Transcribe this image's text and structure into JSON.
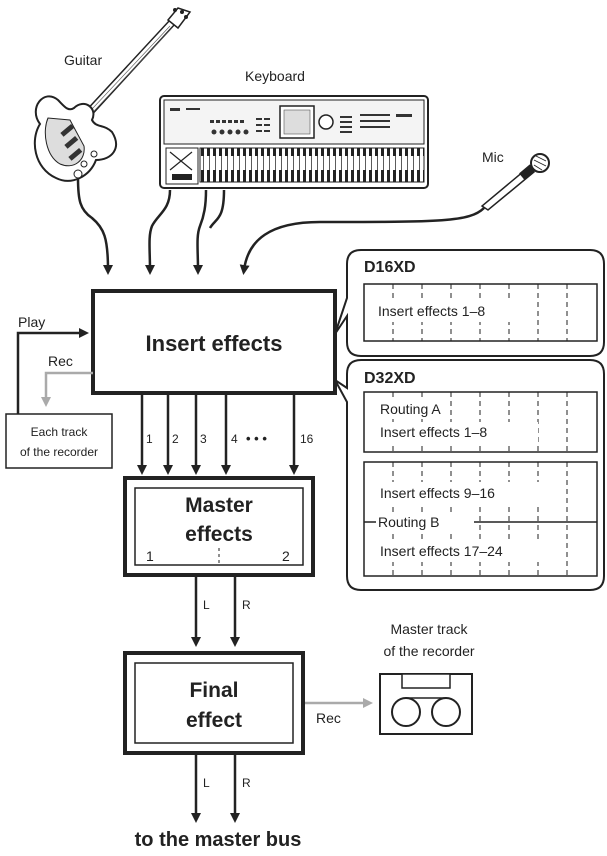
{
  "sources": {
    "guitar_label": "Guitar",
    "keyboard_label": "Keyboard",
    "mic_label": "Mic"
  },
  "insert_block": {
    "title": "Insert effects"
  },
  "recorder_tracks": {
    "play_label": "Play",
    "rec_label": "Rec",
    "box_line1": "Each track",
    "box_line2": "of the recorder"
  },
  "channels": {
    "labels": [
      "1",
      "2",
      "3",
      "4",
      "16"
    ],
    "ellipsis": "• • •"
  },
  "master_block": {
    "title_line1": "Master",
    "title_line2": "effects",
    "left_num": "1",
    "right_num": "2"
  },
  "master_outputs": {
    "left": "L",
    "right": "R"
  },
  "final_block": {
    "title_line1": "Final",
    "title_line2": "effect"
  },
  "final_outputs": {
    "left": "L",
    "right": "R"
  },
  "master_track": {
    "line1": "Master track",
    "line2": "of the recorder",
    "rec_label": "Rec"
  },
  "d16xd": {
    "model": "D16XD",
    "insert_label": "Insert effects 1–8"
  },
  "d32xd": {
    "model": "D32XD",
    "routing_a": "Routing A",
    "routing_a_insert": "Insert effects 1–8",
    "routing_b_insert_top": "Insert effects 9–16",
    "routing_b": "Routing B",
    "routing_b_insert_bottom": "Insert effects 17–24"
  },
  "footer": {
    "text": "to the master bus"
  }
}
